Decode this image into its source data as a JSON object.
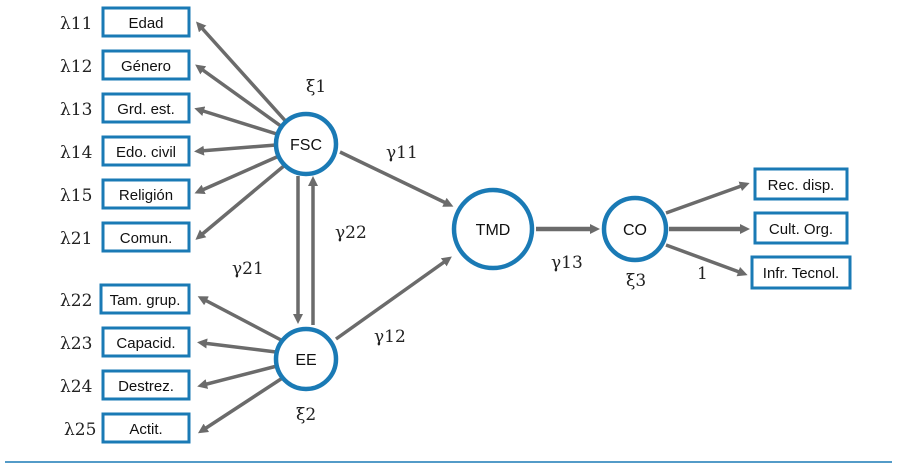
{
  "colors": {
    "accent": "#1a7ab5",
    "arrow": "#6b6b6b"
  },
  "nodes": {
    "fsc": {
      "label": "FSC",
      "param": "ξ1"
    },
    "ee": {
      "label": "EE",
      "param": "ξ2"
    },
    "tmd": {
      "label": "TMD"
    },
    "co": {
      "label": "CO",
      "param": "ξ3"
    }
  },
  "fsc_indicators": [
    {
      "label": "Edad",
      "lambda": "λ11"
    },
    {
      "label": "Género",
      "lambda": "λ12"
    },
    {
      "label": "Grd. est.",
      "lambda": "λ13"
    },
    {
      "label": "Edo. civil",
      "lambda": "λ14"
    },
    {
      "label": "Religión",
      "lambda": "λ15"
    },
    {
      "label": "Comun.",
      "lambda": "λ21"
    }
  ],
  "ee_indicators": [
    {
      "label": "Tam. grup.",
      "lambda": "λ22"
    },
    {
      "label": "Capacid.",
      "lambda": "λ23"
    },
    {
      "label": "Destrez.",
      "lambda": "λ24"
    },
    {
      "label": "Actit.",
      "lambda": "λ25"
    }
  ],
  "co_indicators": [
    {
      "label": "Rec. disp."
    },
    {
      "label": "Cult. Org."
    },
    {
      "label": "Infr. Tecnol."
    }
  ],
  "paths": {
    "gamma11": "γ11",
    "gamma12": "γ12",
    "gamma13": "γ13",
    "gamma21": "γ21",
    "gamma22": "γ22",
    "co_loading": "1"
  }
}
